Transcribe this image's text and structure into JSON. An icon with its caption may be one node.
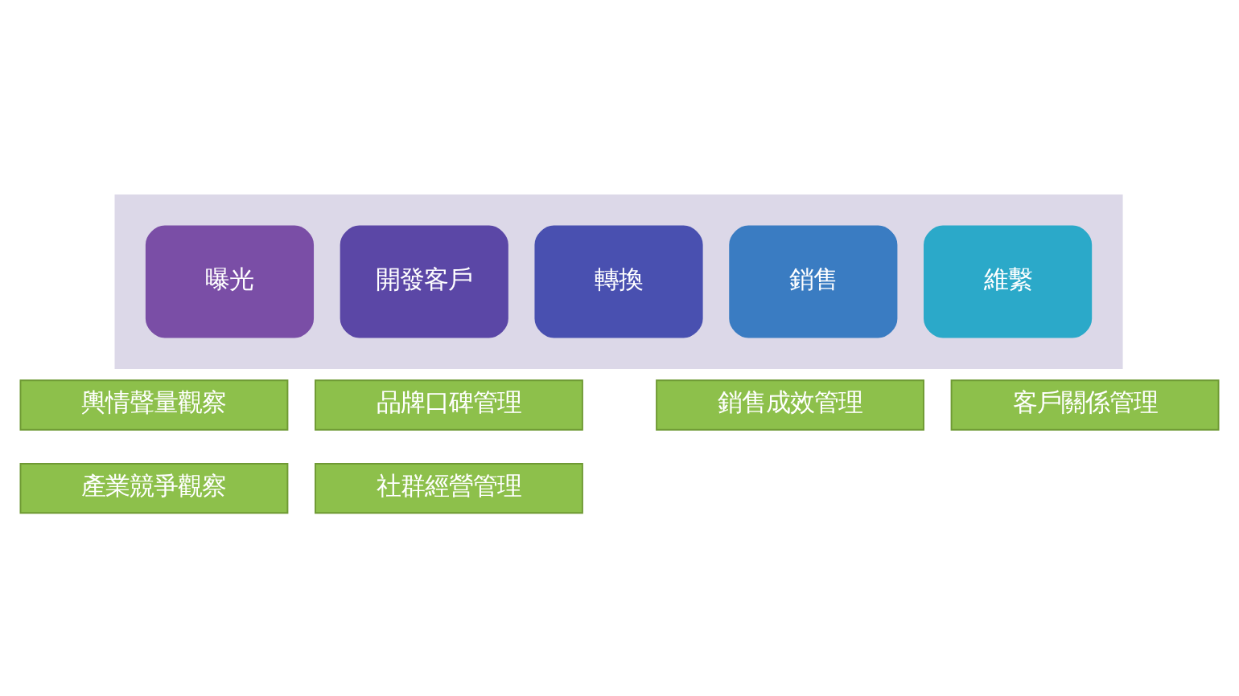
{
  "diagram": {
    "nodes": [
      {
        "text": [],
        "shape": "arrow"
      },
      {
        "text": [
          "曝光"
        ],
        "in": 0
      },
      {
        "text": [
          "開發客戶"
        ],
        "in": 0
      },
      {
        "text": [
          "轉換"
        ],
        "in": 0
      },
      {
        "text": [
          "銷售"
        ],
        "in": 0
      },
      {
        "text": [
          "維繫"
        ],
        "in": 0
      },
      {
        "text": [
          "輿情聲量觀察"
        ]
      },
      {
        "text": [
          "產業競爭觀察"
        ]
      },
      {
        "text": [
          "品牌口碑管理"
        ]
      },
      {
        "text": [
          "社群經營管理"
        ]
      },
      {
        "text": [
          "銷售成效管理"
        ]
      },
      {
        "text": [
          "客戶關係管理"
        ]
      }
    ]
  }
}
